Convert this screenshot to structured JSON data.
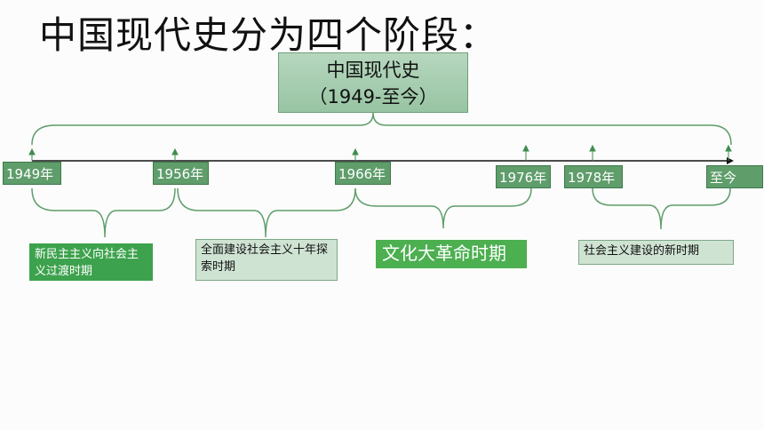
{
  "title": "中国现代史分为四个阶段：",
  "root": {
    "line1": "中国现代史",
    "line2": "（1949-至今）"
  },
  "years": [
    "1949年",
    "1956年",
    "1966年",
    "1976年",
    "1978年",
    "至今"
  ],
  "periods": [
    "新民主主义向社会主义过渡时期",
    "全面建设社会主义十年探索时期",
    "文化大革命时期",
    "社会主义建设的新时期"
  ],
  "colors": {
    "green": "#4caf50",
    "dark_green": "#5f9d6b",
    "light_green": "#cfe3d3",
    "line": "#111111"
  }
}
